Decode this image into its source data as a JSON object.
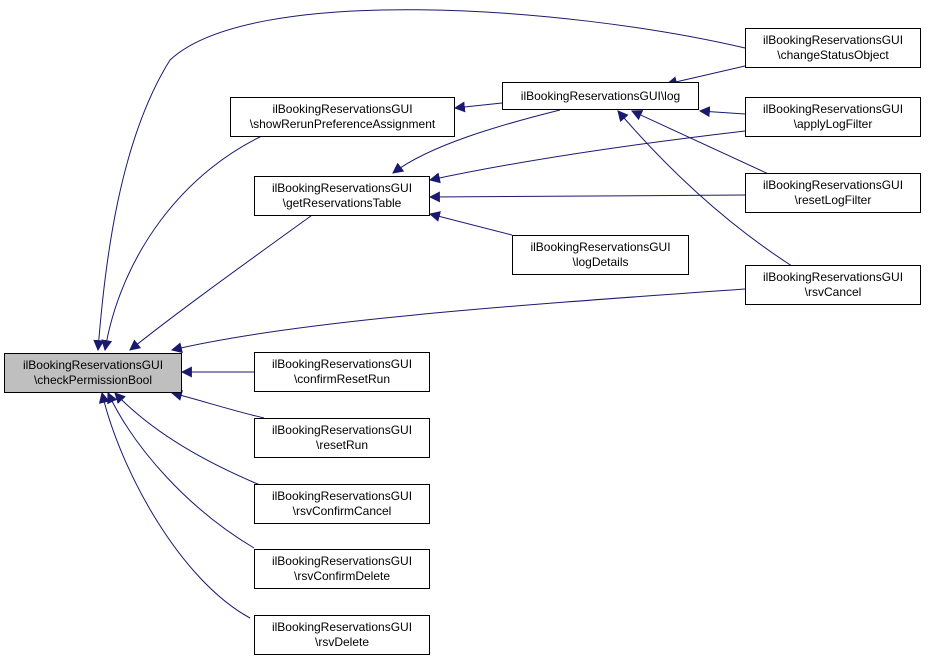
{
  "colors": {
    "edge": "#191970",
    "focus_fill": "#bfbfbf",
    "node_fill": "#ffffff",
    "border": "#000000"
  },
  "nodes": {
    "checkPermissionBool": {
      "line1": "ilBookingReservationsGUI",
      "line2": "\\checkPermissionBool"
    },
    "showRerunPreferenceAssignment": {
      "line1": "ilBookingReservationsGUI",
      "line2": "\\showRerunPreferenceAssignment"
    },
    "getReservationsTable": {
      "line1": "ilBookingReservationsGUI",
      "line2": "\\getReservationsTable"
    },
    "log": {
      "line1": "ilBookingReservationsGUI\\log"
    },
    "logDetails": {
      "line1": "ilBookingReservationsGUI",
      "line2": "\\logDetails"
    },
    "changeStatusObject": {
      "line1": "ilBookingReservationsGUI",
      "line2": "\\changeStatusObject"
    },
    "applyLogFilter": {
      "line1": "ilBookingReservationsGUI",
      "line2": "\\applyLogFilter"
    },
    "resetLogFilter": {
      "line1": "ilBookingReservationsGUI",
      "line2": "\\resetLogFilter"
    },
    "rsvCancel": {
      "line1": "ilBookingReservationsGUI",
      "line2": "\\rsvCancel"
    },
    "confirmResetRun": {
      "line1": "ilBookingReservationsGUI",
      "line2": "\\confirmResetRun"
    },
    "resetRun": {
      "line1": "ilBookingReservationsGUI",
      "line2": "\\resetRun"
    },
    "rsvConfirmCancel": {
      "line1": "ilBookingReservationsGUI",
      "line2": "\\rsvConfirmCancel"
    },
    "rsvConfirmDelete": {
      "line1": "ilBookingReservationsGUI",
      "line2": "\\rsvConfirmDelete"
    },
    "rsvDelete": {
      "line1": "ilBookingReservationsGUI",
      "line2": "\\rsvDelete"
    }
  }
}
